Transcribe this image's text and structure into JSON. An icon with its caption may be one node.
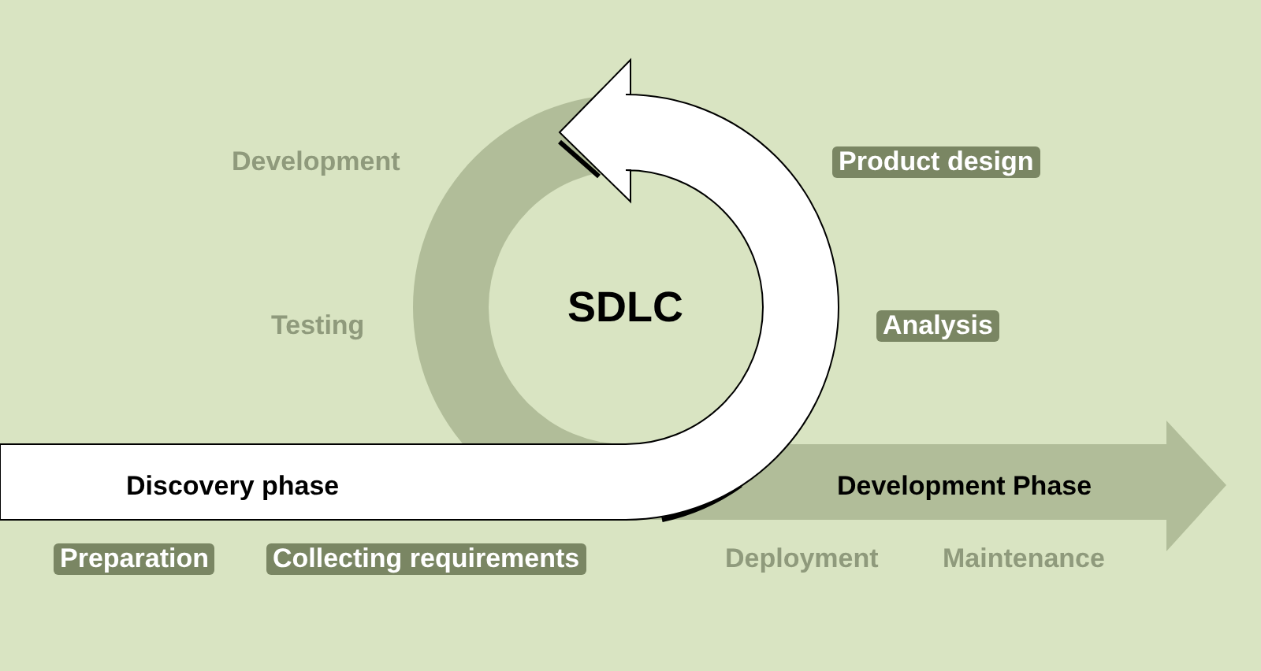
{
  "diagram": {
    "title": "SDLC",
    "labels": [
      "Development",
      "Product design",
      "Testing",
      "Analysis",
      "Discovery phase",
      "Development Phase",
      "Preparation",
      "Collecting requirements",
      "Deployment",
      "Maintenance"
    ]
  }
}
